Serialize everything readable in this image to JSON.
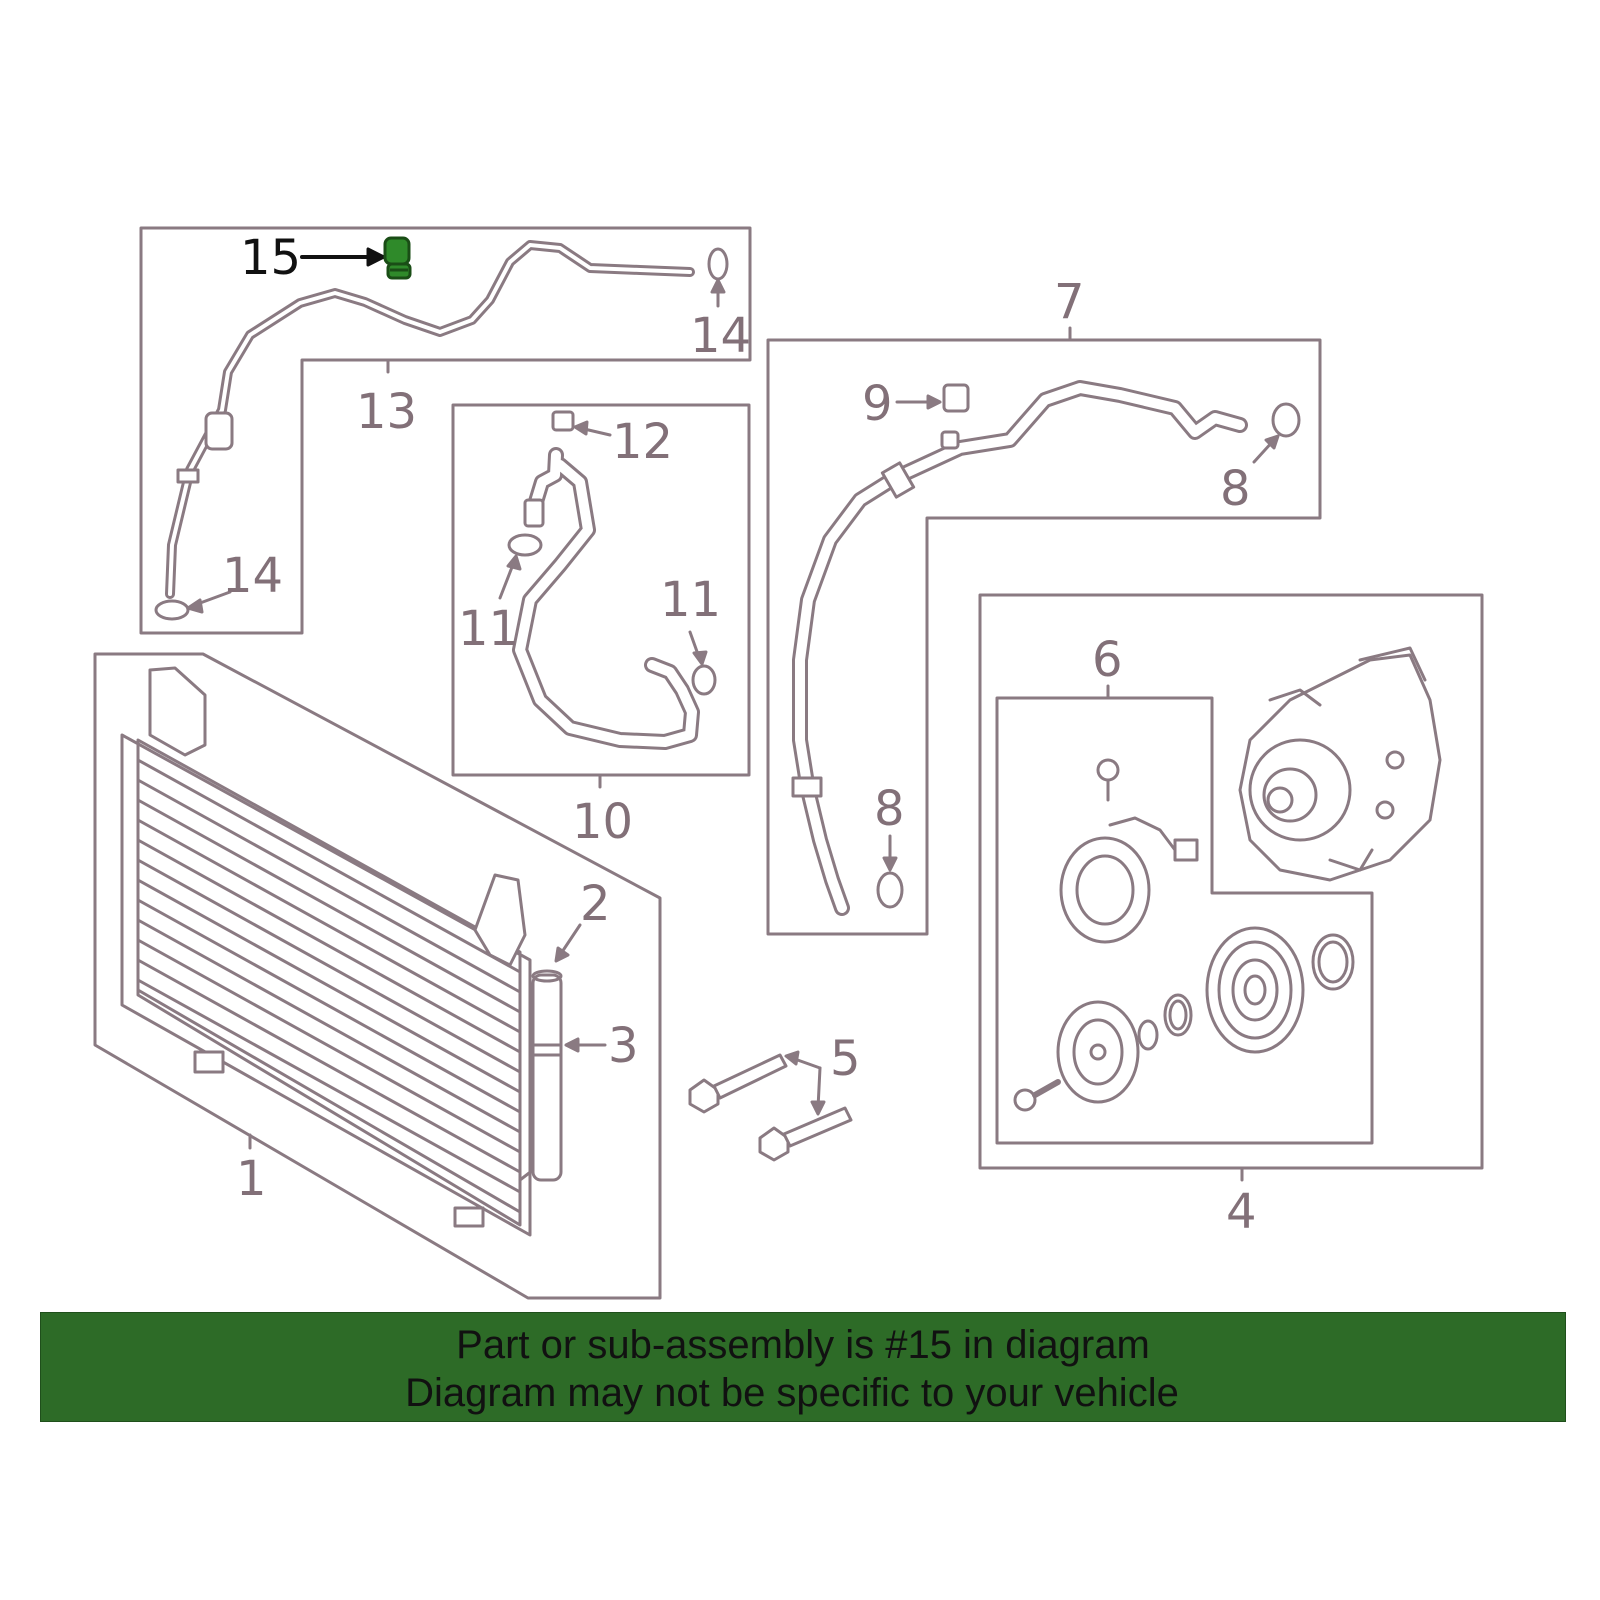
{
  "colors": {
    "line": "#8a7a82",
    "highlight_part": "#2f8a2a",
    "banner_bg": "#2d6b27",
    "banner_text": "#111111",
    "callout_highlight": "#111111"
  },
  "highlight": {
    "part_number": "15"
  },
  "callouts": {
    "c1": "1",
    "c2": "2",
    "c3": "3",
    "c4": "4",
    "c5": "5",
    "c6": "6",
    "c7": "7",
    "c8a": "8",
    "c8b": "8",
    "c9": "9",
    "c10": "10",
    "c11a": "11",
    "c11b": "11",
    "c12": "12",
    "c13": "13",
    "c14a": "14",
    "c14b": "14",
    "c15": "15"
  },
  "banner": {
    "line1": "Part or sub-assembly is #15 in diagram",
    "line2": "Diagram may not be specific to your vehicle"
  }
}
